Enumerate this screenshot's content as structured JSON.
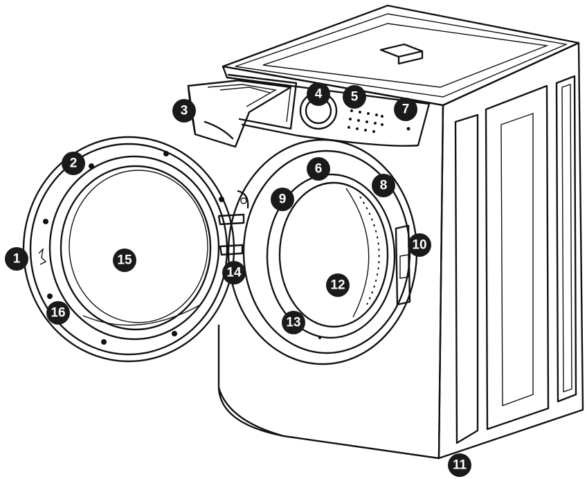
{
  "callouts": [
    {
      "id": "c1",
      "label": "1"
    },
    {
      "id": "c2",
      "label": "2"
    },
    {
      "id": "c3",
      "label": "3"
    },
    {
      "id": "c4",
      "label": "4"
    },
    {
      "id": "c5",
      "label": "5"
    },
    {
      "id": "c6",
      "label": "6"
    },
    {
      "id": "c7",
      "label": "7"
    },
    {
      "id": "c8",
      "label": "8"
    },
    {
      "id": "c9",
      "label": "9"
    },
    {
      "id": "c10",
      "label": "10"
    },
    {
      "id": "c11",
      "label": "11"
    },
    {
      "id": "c12",
      "label": "12"
    },
    {
      "id": "c13",
      "label": "13"
    },
    {
      "id": "c14",
      "label": "14"
    },
    {
      "id": "c15",
      "label": "15"
    },
    {
      "id": "c16",
      "label": "16"
    }
  ],
  "colors": {
    "line": "#111111",
    "callout": "#1a1a1a",
    "callout_text": "#ffffff",
    "background": "#ffffff"
  }
}
